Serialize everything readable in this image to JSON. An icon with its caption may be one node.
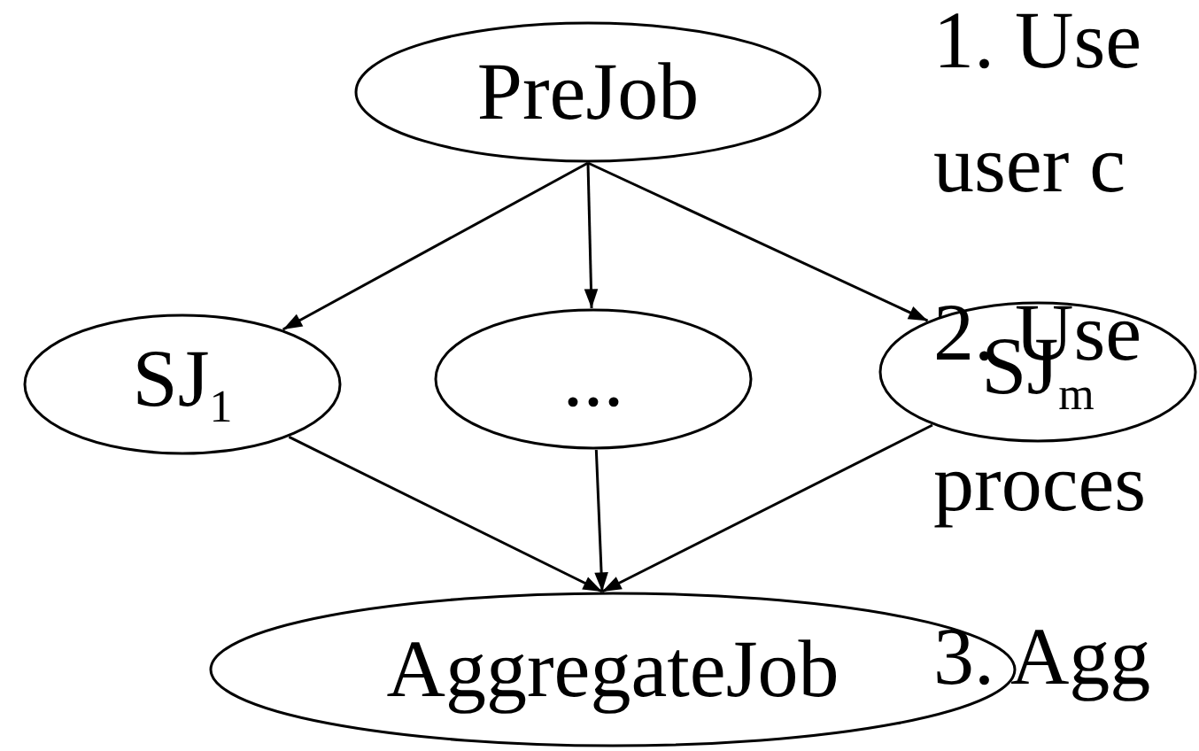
{
  "diagram": {
    "nodes": [
      {
        "text": [
          "PreJob"
        ]
      },
      {
        "text": [
          "SJ$_{1}$"
        ]
      },
      {
        "text": [
          "..."
        ]
      },
      {
        "text": [
          "SJ$_{m}$"
        ]
      },
      {
        "text": [
          "AggregateJob"
        ]
      }
    ],
    "edges": [
      {
        "from": 0,
        "to": 1,
        "arrow": "to"
      },
      {
        "from": 0,
        "to": 2,
        "arrow": "to"
      },
      {
        "from": 0,
        "to": 3,
        "arrow": "to"
      },
      {
        "from": 1,
        "to": 4,
        "arrow": "to"
      },
      {
        "from": 2,
        "to": 4,
        "arrow": "to"
      },
      {
        "from": 3,
        "to": 4,
        "arrow": "to"
      }
    ],
    "labels": [
      "1. Use",
      "user c",
      "2. Use",
      "proces",
      "3. Agg"
    ]
  }
}
